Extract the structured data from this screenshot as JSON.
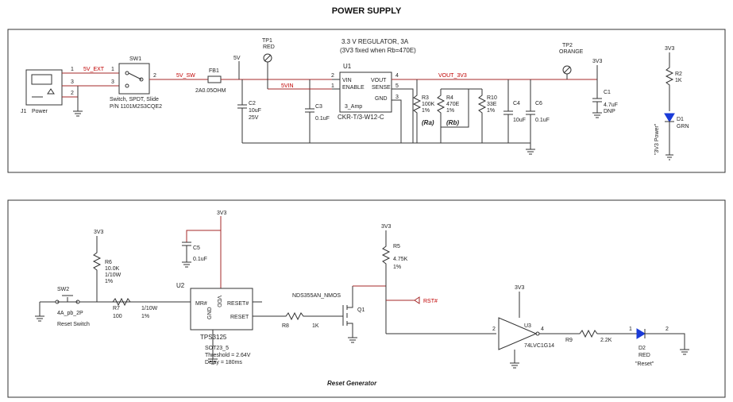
{
  "title": "POWER SUPPLY",
  "power": {
    "j1": {
      "ref": "J1",
      "value": "Power"
    },
    "sw1": {
      "ref": "SW1",
      "desc": "Switch, SPDT, Slide",
      "pn": "P/N 1101M2S3CQE2"
    },
    "net_5v_ext": "5V_EXT",
    "net_5v_sw": "5V_SW",
    "net_5v": "5V",
    "net_5vin": "5VIN",
    "net_vout": "VOUT_3V3",
    "fb1": {
      "ref": "FB1",
      "value": "2A0.05OHM"
    },
    "tp1": {
      "ref": "TP1",
      "value": "RED"
    },
    "tp2": {
      "ref": "TP2",
      "value": "ORANGE"
    },
    "c2": {
      "ref": "C2",
      "value": "10uF",
      "rating": "25V"
    },
    "c3": {
      "ref": "C3",
      "value": "0.1uF"
    },
    "reg_title": "3.3 V REGULATOR, 3A",
    "reg_subtitle": "(3V3 fixed when Rb=470E)",
    "u1": {
      "ref": "U1",
      "pin_vin": "VIN",
      "pin_enable": "ENABLE",
      "pin_vout": "VOUT",
      "pin_sense": "SENSE",
      "pin_gnd": "GND",
      "amp": "3_Amp",
      "part": "CKR-T/3-W12-C"
    },
    "r3": {
      "ref": "R3",
      "value": "100K",
      "tol": "1%",
      "role": "(Ra)"
    },
    "r4": {
      "ref": "R4",
      "value": "470E",
      "tol": "1%",
      "role": "(Rb)"
    },
    "r10": {
      "ref": "R10",
      "value": "33E",
      "tol": "1%"
    },
    "c4": {
      "ref": "C4",
      "value": "10uF"
    },
    "c6": {
      "ref": "C6",
      "value": "0.1uF"
    },
    "c1": {
      "ref": "C1",
      "value": "4.7uF",
      "note": "DNP"
    },
    "rail_3v3": "3V3",
    "r2": {
      "ref": "R2",
      "value": "1K"
    },
    "d1": {
      "ref": "D1",
      "value": "GRN"
    },
    "d1_label": "\"3V3 Power\""
  },
  "reset": {
    "title": "Reset Generator",
    "rail_3v3": "3V3",
    "sw2": {
      "ref": "SW2",
      "value": "4A_pb_2P",
      "label": "Reset Switch"
    },
    "r6": {
      "ref": "R6",
      "value": "10.0K",
      "power": "1/10W",
      "tol": "1%"
    },
    "r7": {
      "ref": "R7",
      "value": "100",
      "power": "1/10W",
      "tol": "1%"
    },
    "c5": {
      "ref": "C5",
      "value": "0.1uF"
    },
    "u2": {
      "ref": "U2",
      "pin_mr": "MR#",
      "pin_vdd": "VDD",
      "pin_reset_n": "RESET#",
      "pin_reset": "RESET",
      "pin_gnd": "GND",
      "part": "TPS3125",
      "pkg": "SOT23_5",
      "threshold": "Threshold = 2.64V",
      "delay": "Delay = 180ms"
    },
    "r8": {
      "ref": "R8",
      "value": "1K"
    },
    "q1": {
      "ref": "Q1",
      "part": "NDS355AN_NMOS"
    },
    "r5": {
      "ref": "R5",
      "value": "4.75K",
      "tol": "1%"
    },
    "net_rst": "RST#",
    "u3": {
      "ref": "U3",
      "part": "74LVC1G14"
    },
    "r9": {
      "ref": "R9",
      "value": "2.2K"
    },
    "d2": {
      "ref": "D2",
      "value": "RED",
      "label": "\"Reset\""
    }
  }
}
